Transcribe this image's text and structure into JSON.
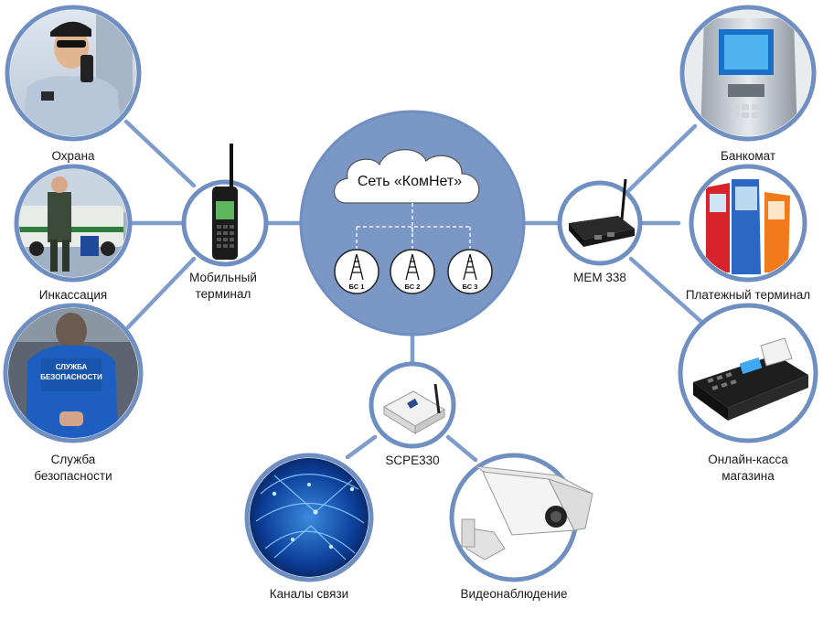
{
  "network": {
    "title": "Сеть «КомНет»",
    "base_stations": [
      "БС 1",
      "БС 2",
      "БС 3"
    ]
  },
  "hubs": {
    "mobile_terminal": {
      "line1": "Мобильный",
      "line2": "терминал"
    },
    "mem338": {
      "label": "MEM 338"
    },
    "scpe330": {
      "label": "SCPE330"
    }
  },
  "clients_left": {
    "guard": "Охрана",
    "collection": "Инкассация",
    "security": {
      "line1": "Служба",
      "line2": "безопасности"
    }
  },
  "clients_right": {
    "atm": "Банкомат",
    "payment_terminal": "Платежный терминал",
    "cash_register": {
      "line1": "Онлайн-касса",
      "line2": "магазина"
    }
  },
  "clients_bottom": {
    "channels": "Каналы связи",
    "video": "Видеонаблюдение"
  },
  "colors": {
    "ring": "#6f8fc2",
    "center_fill": "#7b97c6",
    "link": "#7f9dcc",
    "security_vest": "#1d5fc0"
  },
  "icons": {
    "guard": "security-guard-photo",
    "collection": "cash-collector-photo",
    "security": "security-service-photo",
    "mobile_terminal": "radio-handset-icon",
    "mem338": "modem-icon",
    "scpe330": "router-icon",
    "atm": "atm-icon",
    "payment_terminal": "payment-kiosk-icon",
    "cash_register": "cash-register-icon",
    "channels": "world-network-icon",
    "video": "security-camera-icon",
    "base_station": "radio-tower-icon"
  }
}
